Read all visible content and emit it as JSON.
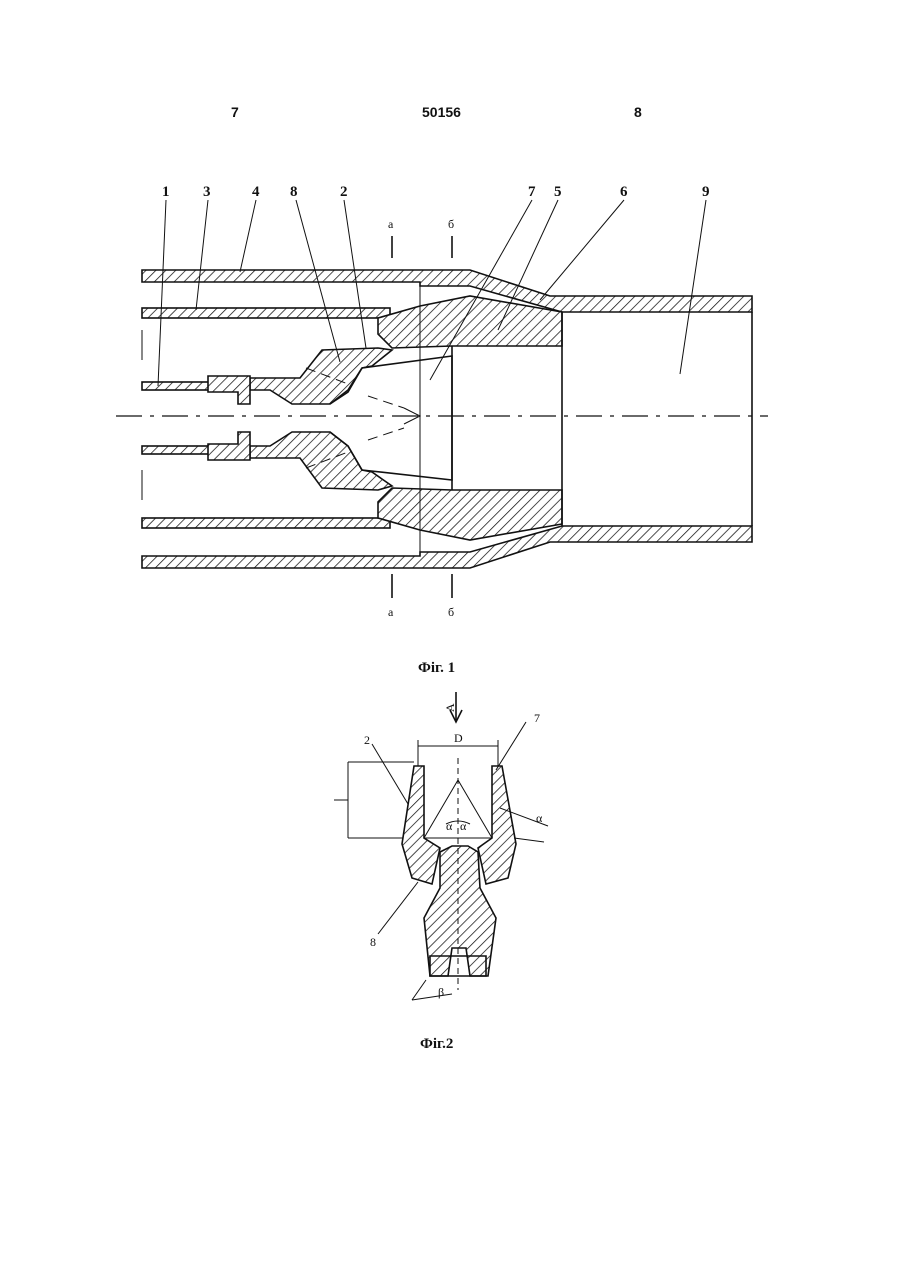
{
  "header": {
    "left_page": "7",
    "patent_number": "50156",
    "right_page": "8"
  },
  "fig1": {
    "caption": "Фіг. 1",
    "part_labels": [
      "1",
      "3",
      "4",
      "8",
      "2",
      "7",
      "5",
      "6",
      "9"
    ],
    "section_marks": {
      "a_top": "а",
      "b_top": "б",
      "a_bottom": "а",
      "b_bottom": "б"
    }
  },
  "fig2": {
    "caption": "Фіг.2",
    "view_mark": "A",
    "dimension_D": "D",
    "labels": {
      "left_top": "2",
      "right_top": "7",
      "left_bottom": "8"
    },
    "angles": {
      "alpha_left": "α",
      "alpha_right": "α",
      "alpha_outer": "α",
      "beta": "β"
    }
  }
}
